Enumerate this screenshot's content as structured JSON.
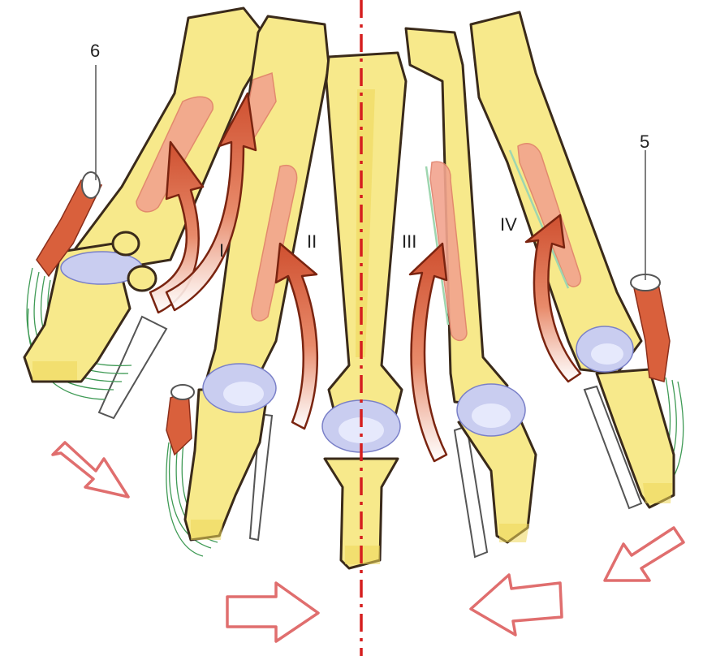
{
  "labels": {
    "digit_1": "I",
    "digit_2": "II",
    "digit_3": "III",
    "digit_4": "IV",
    "marker_5": "5",
    "marker_6": "6"
  },
  "colors": {
    "bone": "#f7e98b",
    "bone_outline": "#3a2a1a",
    "articular_cartilage": "#c9cdf0",
    "interosseous_muscle": "#f2a48e",
    "abductor_muscle": "#d9603c",
    "ligament_fibres": "#3f9a55",
    "rotation_arrow": "#d9603c",
    "convergence_arrow_outline": "#e06e6e",
    "midline_axis": "#d61f1f"
  }
}
